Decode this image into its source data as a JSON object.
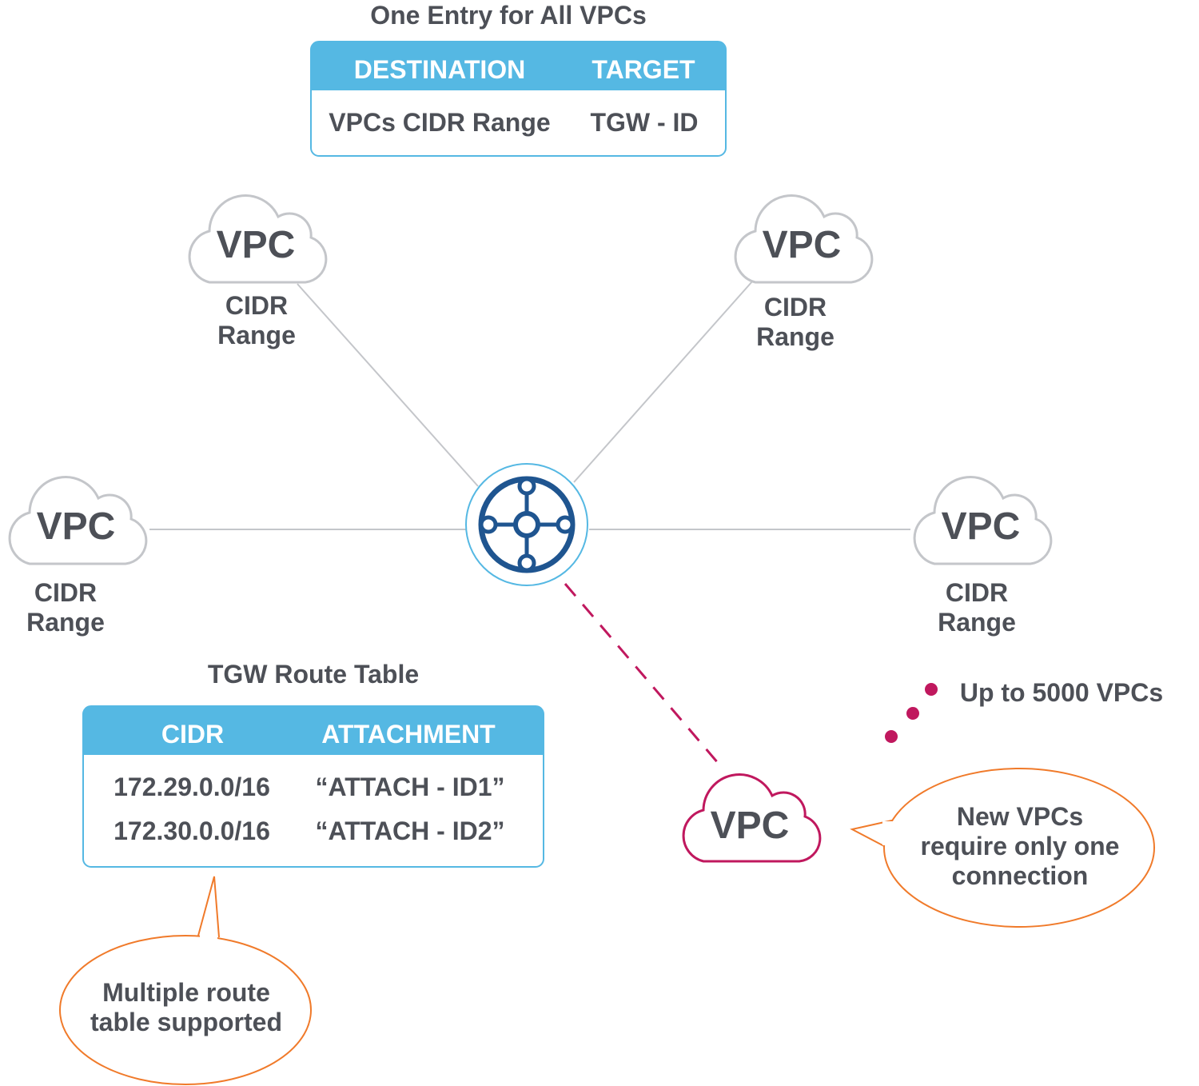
{
  "colors": {
    "header_blue": "#55b8e3",
    "hub_blue": "#1f5590",
    "new_vpc": "#c0185e",
    "callout": "#f07a2a",
    "cloud_gray": "#c4c6ca",
    "text": "#4d5057"
  },
  "top_table": {
    "title": "One Entry for All VPCs",
    "headers": [
      "DESTINATION",
      "TARGET"
    ],
    "rows": [
      [
        "VPCs CIDR Range",
        "TGW - ID"
      ]
    ]
  },
  "vpcs": [
    {
      "label": "VPC",
      "cidr_line1": "CIDR",
      "cidr_line2": "Range"
    },
    {
      "label": "VPC",
      "cidr_line1": "CIDR",
      "cidr_line2": "Range"
    },
    {
      "label": "VPC",
      "cidr_line1": "CIDR",
      "cidr_line2": "Range"
    },
    {
      "label": "VPC",
      "cidr_line1": "CIDR",
      "cidr_line2": "Range"
    }
  ],
  "hub_icon": "transit-gateway-icon",
  "new_vpc": {
    "label": "VPC"
  },
  "route_table": {
    "title": "TGW Route Table",
    "headers": [
      "CIDR",
      "ATTACHMENT"
    ],
    "rows": [
      [
        "172.29.0.0/16",
        "“ATTACH - ID1”"
      ],
      [
        "172.30.0.0/16",
        "“ATTACH - ID2”"
      ]
    ]
  },
  "scale_note": "Up to 5000 VPCs",
  "callouts": {
    "route_line1": "Multiple route",
    "route_line2": "table supported",
    "new_line1": "New VPCs",
    "new_line2": "require only one",
    "new_line3": "connection"
  }
}
